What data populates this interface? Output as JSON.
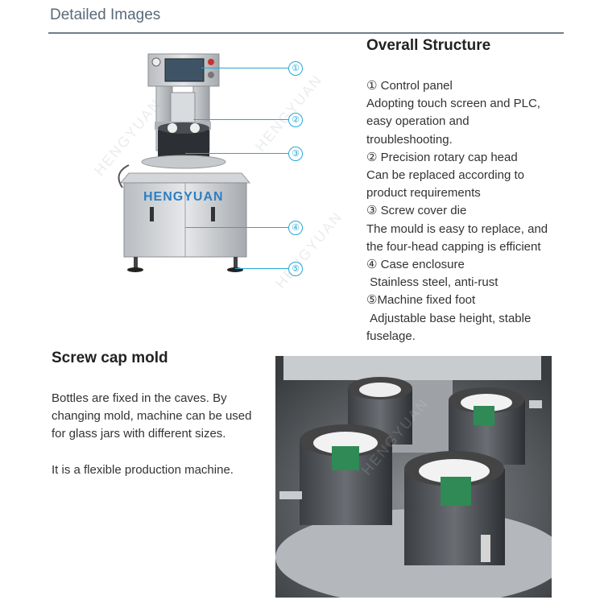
{
  "header": {
    "title": "Detailed Images"
  },
  "figure": {
    "brand": "HENGYUAN",
    "watermark": "HENGYUAN",
    "callouts": [
      "①",
      "②",
      "③",
      "④",
      "⑤"
    ],
    "accent_color": "#27a8d6"
  },
  "overall": {
    "title": "Overall Structure",
    "lines": [
      "① Control panel",
      "Adopting touch screen and PLC,",
      "easy operation and",
      "troubleshooting.",
      "② Precision rotary cap head",
      "Can be replaced according to",
      "product requirements",
      "③ Screw cover die",
      "The mould is easy to replace, and",
      "the four-head capping is efficient",
      "④ Case enclosure",
      " Stainless steel, anti-rust",
      "⑤Machine fixed foot",
      " Adjustable base height, stable",
      "fuselage."
    ]
  },
  "mold": {
    "title": "Screw cap mold",
    "paragraph1": "Bottles are fixed in the caves. By changing mold, machine can be used for glass jars with different sizes.",
    "paragraph2": "It is a flexible production machine.",
    "photo_watermark": "HENGYUAN"
  }
}
